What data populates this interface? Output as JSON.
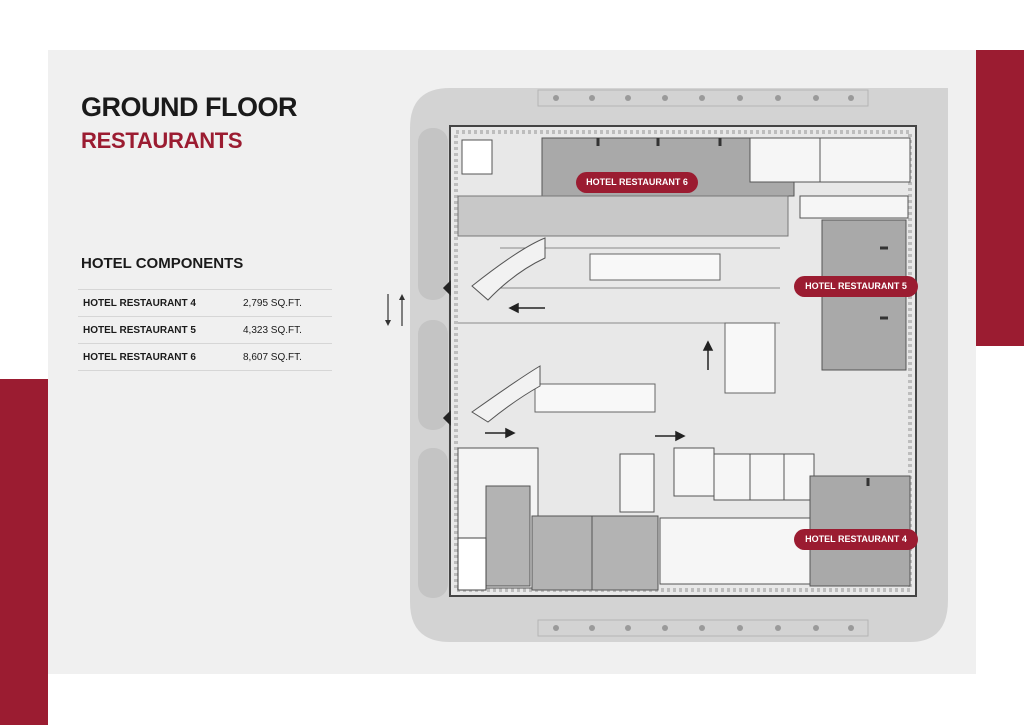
{
  "page": {
    "title": "GROUND FLOOR",
    "subtitle": "RESTAURANTS",
    "section_heading": "HOTEL COMPONENTS"
  },
  "components": [
    {
      "name": "HOTEL RESTAURANT 4",
      "size": "2,795 SQ.FT."
    },
    {
      "name": "HOTEL RESTAURANT 5",
      "size": "4,323 SQ.FT."
    },
    {
      "name": "HOTEL RESTAURANT 6",
      "size": "8,607 SQ.FT."
    }
  ],
  "plan": {
    "restaurant_6_label": "HOTEL RESTAURANT 6",
    "restaurant_5_label": "HOTEL RESTAURANT 5",
    "restaurant_4_label": "HOTEL RESTAURANT 4"
  },
  "colors": {
    "accent": "#9b1c31",
    "panel_background": "#f0f0f0",
    "text": "#1a1a1a"
  }
}
